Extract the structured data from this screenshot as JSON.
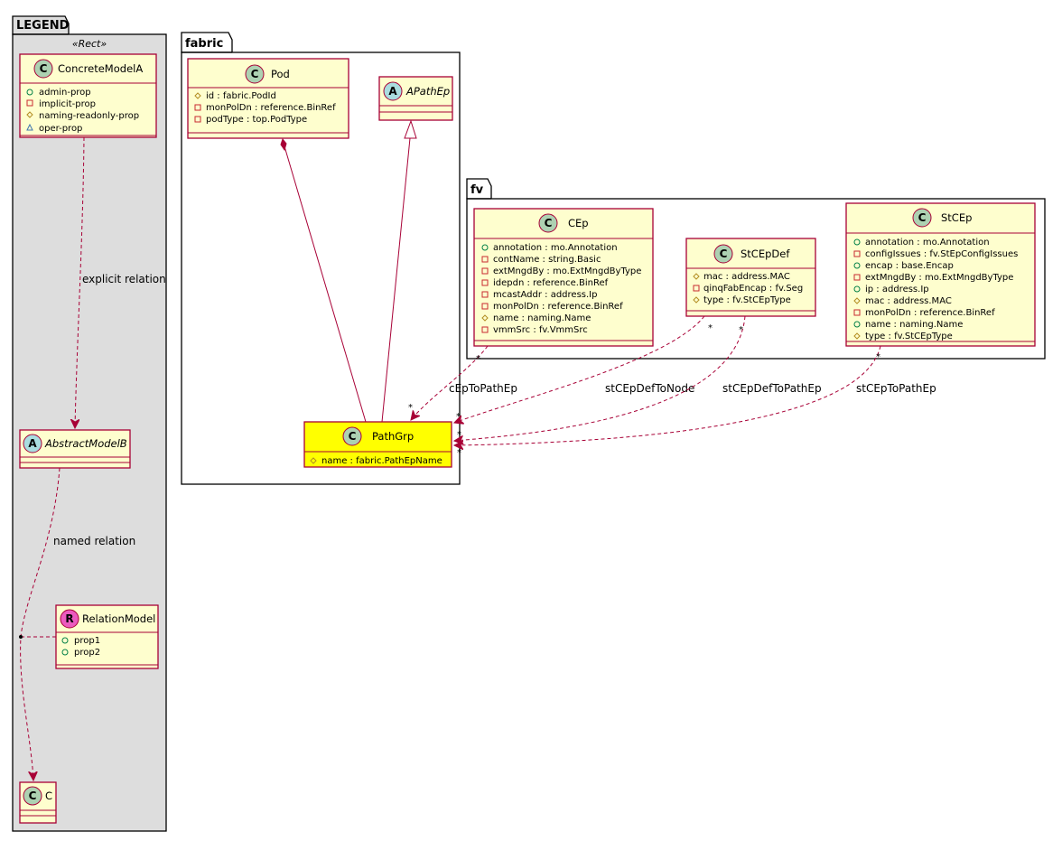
{
  "colors": {
    "class_fill": "#FEFECE",
    "class_border": "#A80036",
    "highlight_fill": "#FFFF00",
    "legend_fill": "#DDDDDD",
    "class_circle": "#ADD1B2",
    "abstract_circle": "#A9DCDF",
    "relation_circle": "#EB5BBF",
    "arrow": "#A80036"
  },
  "packages": {
    "legend": {
      "name": "LEGEND",
      "stereotype": "«Rect»"
    },
    "fabric": {
      "name": "fabric"
    },
    "fv": {
      "name": "fv"
    }
  },
  "classes": {
    "concrete_model_a": {
      "name": "ConcreteModelA",
      "kind": "C",
      "attributes": [
        {
          "vis": "public",
          "text": "admin-prop"
        },
        {
          "vis": "private",
          "text": "implicit-prop"
        },
        {
          "vis": "protected",
          "text": "naming-readonly-prop"
        },
        {
          "vis": "package",
          "text": "oper-prop"
        }
      ]
    },
    "abstract_model_b": {
      "name": "AbstractModelB",
      "kind": "A"
    },
    "relation_model": {
      "name": "RelationModel",
      "kind": "R",
      "attributes": [
        {
          "vis": "public",
          "text": "prop1"
        },
        {
          "vis": "public",
          "text": "prop2"
        }
      ]
    },
    "c": {
      "name": "C",
      "kind": "C"
    },
    "pod": {
      "name": "Pod",
      "kind": "C",
      "attributes": [
        {
          "vis": "protected",
          "text": "id : fabric.PodId"
        },
        {
          "vis": "private",
          "text": "monPolDn : reference.BinRef"
        },
        {
          "vis": "private",
          "text": "podType : top.PodType"
        }
      ]
    },
    "apathep": {
      "name": "APathEp",
      "kind": "A"
    },
    "pathgrp": {
      "name": "PathGrp",
      "kind": "C",
      "attributes": [
        {
          "vis": "protected",
          "text": "name : fabric.PathEpName"
        }
      ]
    },
    "cep": {
      "name": "CEp",
      "kind": "C",
      "attributes": [
        {
          "vis": "public",
          "text": "annotation : mo.Annotation"
        },
        {
          "vis": "private",
          "text": "contName : string.Basic"
        },
        {
          "vis": "private",
          "text": "extMngdBy : mo.ExtMngdByType"
        },
        {
          "vis": "private",
          "text": "idepdn : reference.BinRef"
        },
        {
          "vis": "private",
          "text": "mcastAddr : address.Ip"
        },
        {
          "vis": "private",
          "text": "monPolDn : reference.BinRef"
        },
        {
          "vis": "protected",
          "text": "name : naming.Name"
        },
        {
          "vis": "private",
          "text": "vmmSrc : fv.VmmSrc"
        }
      ]
    },
    "stcepdef": {
      "name": "StCEpDef",
      "kind": "C",
      "attributes": [
        {
          "vis": "protected",
          "text": "mac : address.MAC"
        },
        {
          "vis": "private",
          "text": "qinqFabEncap : fv.Seg"
        },
        {
          "vis": "protected",
          "text": "type : fv.StCEpType"
        }
      ]
    },
    "stcep": {
      "name": "StCEp",
      "kind": "C",
      "attributes": [
        {
          "vis": "public",
          "text": "annotation : mo.Annotation"
        },
        {
          "vis": "private",
          "text": "configIssues : fv.StEpConfigIssues"
        },
        {
          "vis": "public",
          "text": "encap : base.Encap"
        },
        {
          "vis": "private",
          "text": "extMngdBy : mo.ExtMngdByType"
        },
        {
          "vis": "public",
          "text": "ip : address.Ip"
        },
        {
          "vis": "protected",
          "text": "mac : address.MAC"
        },
        {
          "vis": "private",
          "text": "monPolDn : reference.BinRef"
        },
        {
          "vis": "public",
          "text": "name : naming.Name"
        },
        {
          "vis": "protected",
          "text": "type : fv.StCEpType"
        }
      ]
    }
  },
  "relations": {
    "explicit": "explicit relation",
    "named": "named relation",
    "cep_to_pathep": "cEpToPathEp",
    "stcepdef_to_node": "stCEpDefToNode",
    "stcepdef_to_pathep": "stCEpDefToPathEp",
    "stcep_to_pathep": "stCEpToPathEp",
    "multiplicity": "*"
  }
}
